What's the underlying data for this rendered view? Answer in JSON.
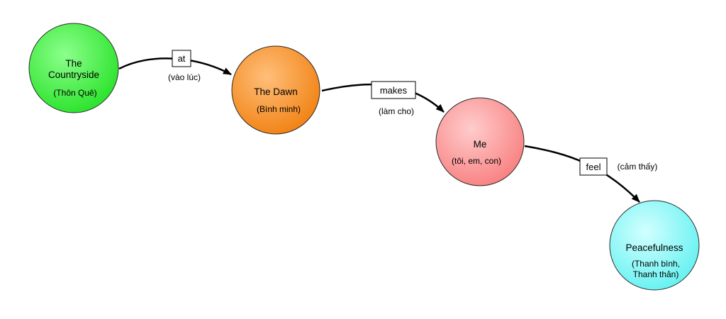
{
  "diagram": {
    "type": "concept-map",
    "nodes": [
      {
        "id": "countryside",
        "lines": [
          "The",
          "Countryside"
        ],
        "sub": [
          "(Thôn Quê)"
        ],
        "color": "#22e822"
      },
      {
        "id": "dawn",
        "lines": [
          "The Dawn"
        ],
        "sub": [
          "(Bình minh)"
        ],
        "color": "#f5820f"
      },
      {
        "id": "me",
        "lines": [
          "Me"
        ],
        "sub": [
          "(tôi, em, con)"
        ],
        "color": "#fb8585"
      },
      {
        "id": "peacefulness",
        "lines": [
          "Peacefulness"
        ],
        "sub": [
          "(Thanh bình,",
          "Thanh thản)"
        ],
        "color": "#6ff5f5"
      }
    ],
    "edges": [
      {
        "from": "countryside",
        "to": "dawn",
        "label": "at",
        "sub": "(vào lúc)"
      },
      {
        "from": "dawn",
        "to": "me",
        "label": "makes",
        "sub": "(làm cho)"
      },
      {
        "from": "me",
        "to": "peacefulness",
        "label": "feel",
        "sub": "(cảm thấy)"
      }
    ]
  }
}
